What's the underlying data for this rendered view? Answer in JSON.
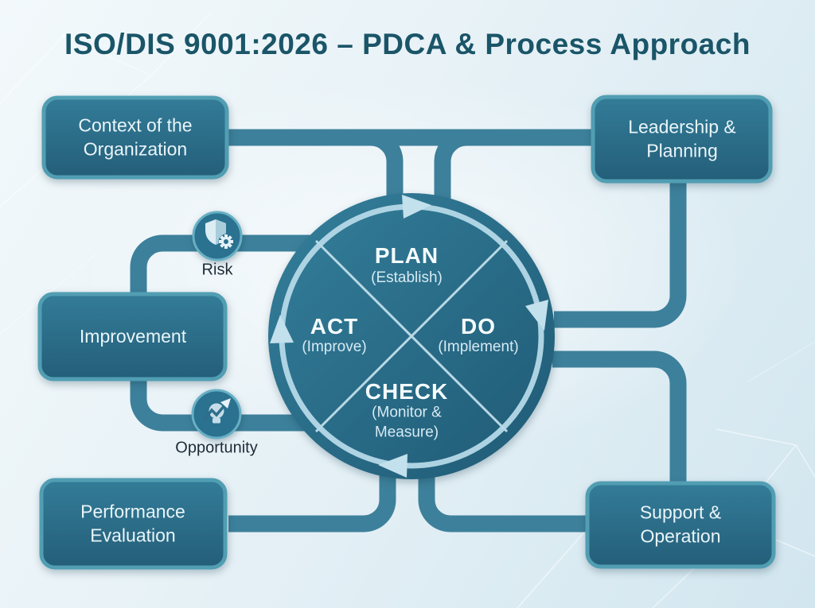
{
  "title": "ISO/DIS 9001:2026 – PDCA & Process Approach",
  "boxes": {
    "context": {
      "label": "Context of the Organization"
    },
    "leadership": {
      "label": "Leadership & Planning"
    },
    "improvement": {
      "label": "Improvement"
    },
    "performance": {
      "label": "Performance Evaluation"
    },
    "support": {
      "label": "Support & Operation"
    }
  },
  "cycle": {
    "plan": {
      "name": "PLAN",
      "sub": "(Establish)"
    },
    "do": {
      "name": "DO",
      "sub": "(Implement)"
    },
    "check": {
      "name": "CHECK",
      "sub": "(Monitor & Measure)"
    },
    "act": {
      "name": "ACT",
      "sub": "(Improve)"
    }
  },
  "badges": {
    "risk": {
      "label": "Risk",
      "icon": "shield-gear-icon"
    },
    "opportunity": {
      "label": "Opportunity",
      "icon": "lightbulb-growth-icon"
    }
  },
  "colors": {
    "title_text": "#1a5568",
    "box_fill_top": "#32798f",
    "box_fill_bottom": "#245e79",
    "box_border": "#519eb3",
    "box_text": "#e9f5f9",
    "connector": "#3d809b",
    "circle_fill_top": "#327e9a",
    "circle_fill_bottom": "#1f5a75",
    "ring": "#b5d9e8",
    "arrow": "#c3e0ed",
    "badge_label_text": "#1d2b36",
    "background": "#e8f2f7"
  }
}
